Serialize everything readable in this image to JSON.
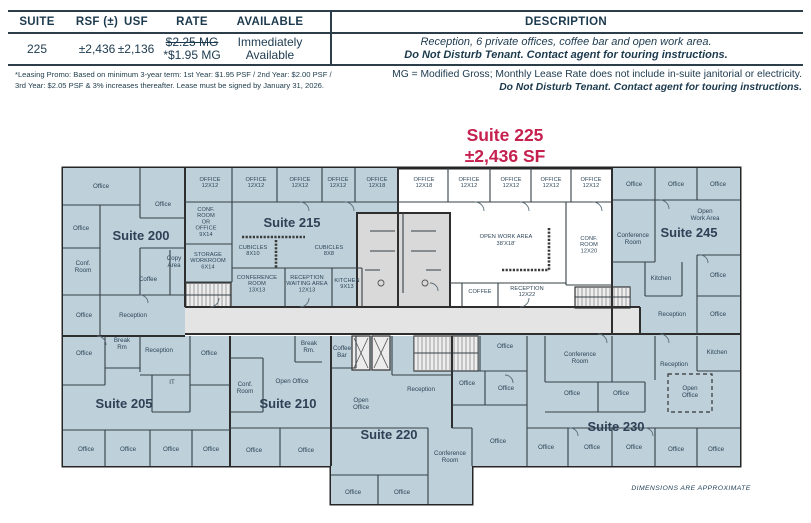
{
  "listing_table": {
    "headers": {
      "suite": "SUITE",
      "rsf": "RSF (±)",
      "usf": "USF",
      "rate": "RATE",
      "available": "AVAILABLE",
      "description": "DESCRIPTION"
    },
    "row": {
      "suite": "225",
      "rsf": "±2,436",
      "usf": "±2,136",
      "rate_original": "$2.25 MG",
      "rate_promo": "*$1.95 MG",
      "available_line1": "Immediately",
      "available_line2": "Available",
      "description_line1": "Reception, 6 private offices, coffee bar and open work area.",
      "description_line2": "Do Not Disturb Tenant. Contact agent for touring instructions."
    },
    "footnote_line1": "*Leasing Promo: Based on minimum 3-year term:  1st Year: $1.95 PSF / 2nd Year: $2.00 PSF /",
    "footnote_line2": "3rd Year: $2.05 PSF & 3% increases thereafter.  Lease must be signed by January 31, 2026.",
    "mg_note_line1": "MG = Modified Gross; Monthly Lease Rate does not include in-suite janitorial or electricity.",
    "mg_note_line2": "Do Not Disturb Tenant. Contact agent for touring instructions."
  },
  "plan_title": {
    "line1": "Suite 225",
    "line2": "±2,436 SF"
  },
  "floor_plan": {
    "suites": {
      "s200": "Suite 200",
      "s205": "Suite 205",
      "s210": "Suite 210",
      "s215": "Suite 215",
      "s220": "Suite 220",
      "s230": "Suite 230",
      "s245": "Suite 245"
    },
    "rooms": {
      "office": "Office",
      "reception": "Reception",
      "kitchen": "Kitchen",
      "coffee": "Coffee",
      "it": "IT",
      "conf_room": "Conf.\nRoom",
      "copy_area": "Copy\nArea",
      "break_rm": "Break\nRm",
      "break_rm_dot": "Break\nRm.",
      "open_office": "Open Office",
      "open_office_2l": "Open\nOffice",
      "coffee_bar": "Coffee\nBar",
      "conference_room": "Conference\nRoom",
      "open_work_area": "Open\nWork Area",
      "office_12x12": "OFFICE\n12X12",
      "office_12x18": "OFFICE\n12X18",
      "conf_room_or_office_9x14": "CONF.\nROOM\nOR\nOFFICE\n9X14",
      "storage_workroom_6x14": "STORAGE\nWORKROOM\n6X14",
      "cubicles_8x10": "CUBICLES\n8X10",
      "cubicles_8x8": "CUBICLES\n8X8",
      "conference_room_13x13": "CONFERENCE\nROOM\n13X13",
      "reception_waiting_12x13": "RECEPTION\nWAITING AREA\n12X13",
      "kitchen_9x13": "KITCHEN\n9X13",
      "open_work_area_38x18": "OPEN WORK AREA\n38'X18'",
      "conf_room_12x20": "CONF.\nROOM\n12X20",
      "coffee_caps": "COFFEE",
      "reception_12x22": "RECEPTION\n12X22"
    },
    "disclaimer": "DIMENSIONS ARE APPROXIMATE"
  },
  "colors": {
    "accent_red": "#c5204e",
    "suite_fill": "#bed1da",
    "corridor_fill": "#e4e4e4",
    "navy_text": "#1c3a4e",
    "wall": "#2e2e2e"
  }
}
